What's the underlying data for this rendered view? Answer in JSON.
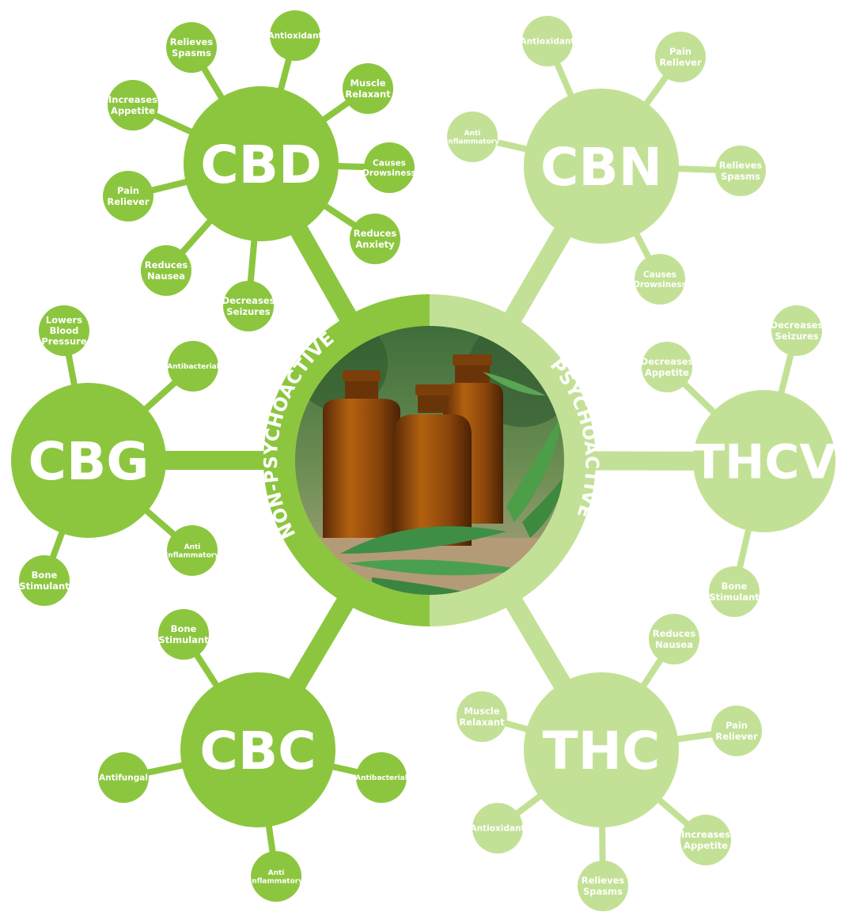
{
  "center": {
    "left_label": "NON-PSYCHOACTIVE",
    "right_label": "PSYCHOACTIVE",
    "image": "cannabis-oil-bottles-photo"
  },
  "colors": {
    "non_psychoactive": "#8cc63f",
    "psychoactive": "#c3e196",
    "text": "#ffffff"
  },
  "hubs": [
    {
      "label": "CBD",
      "group": "non_psychoactive",
      "effects": [
        "Antioxidant",
        "Muscle Relaxant",
        "Causes Drowsiness",
        "Reduces Anxiety",
        "Decreases Seizures",
        "Reduces Nausea",
        "Pain Reliever",
        "Increases Appetite",
        "Relieves Spasms"
      ]
    },
    {
      "label": "CBN",
      "group": "psychoactive",
      "effects": [
        "Antioxidant",
        "Pain Reliever",
        "Relieves Spasms",
        "Causes Drowsiness",
        "Anti Inflammatory"
      ]
    },
    {
      "label": "CBG",
      "group": "non_psychoactive",
      "effects": [
        "Lowers Blood Pressure",
        "Antibacterial",
        "Anti Inflammatory",
        "Bone Stimulant"
      ]
    },
    {
      "label": "THCV",
      "group": "psychoactive",
      "effects": [
        "Decreases Seizures",
        "Decreases Appetite",
        "Bone Stimulant"
      ]
    },
    {
      "label": "CBC",
      "group": "non_psychoactive",
      "effects": [
        "Bone Stimulant",
        "Antifungal",
        "Antibacterial",
        "Anti Inflammatory"
      ]
    },
    {
      "label": "THC",
      "group": "psychoactive",
      "effects": [
        "Reduces Nausea",
        "Muscle Relaxant",
        "Pain Reliever",
        "Antioxidant",
        "Increases Appetite",
        "Relieves Spasms"
      ]
    }
  ]
}
